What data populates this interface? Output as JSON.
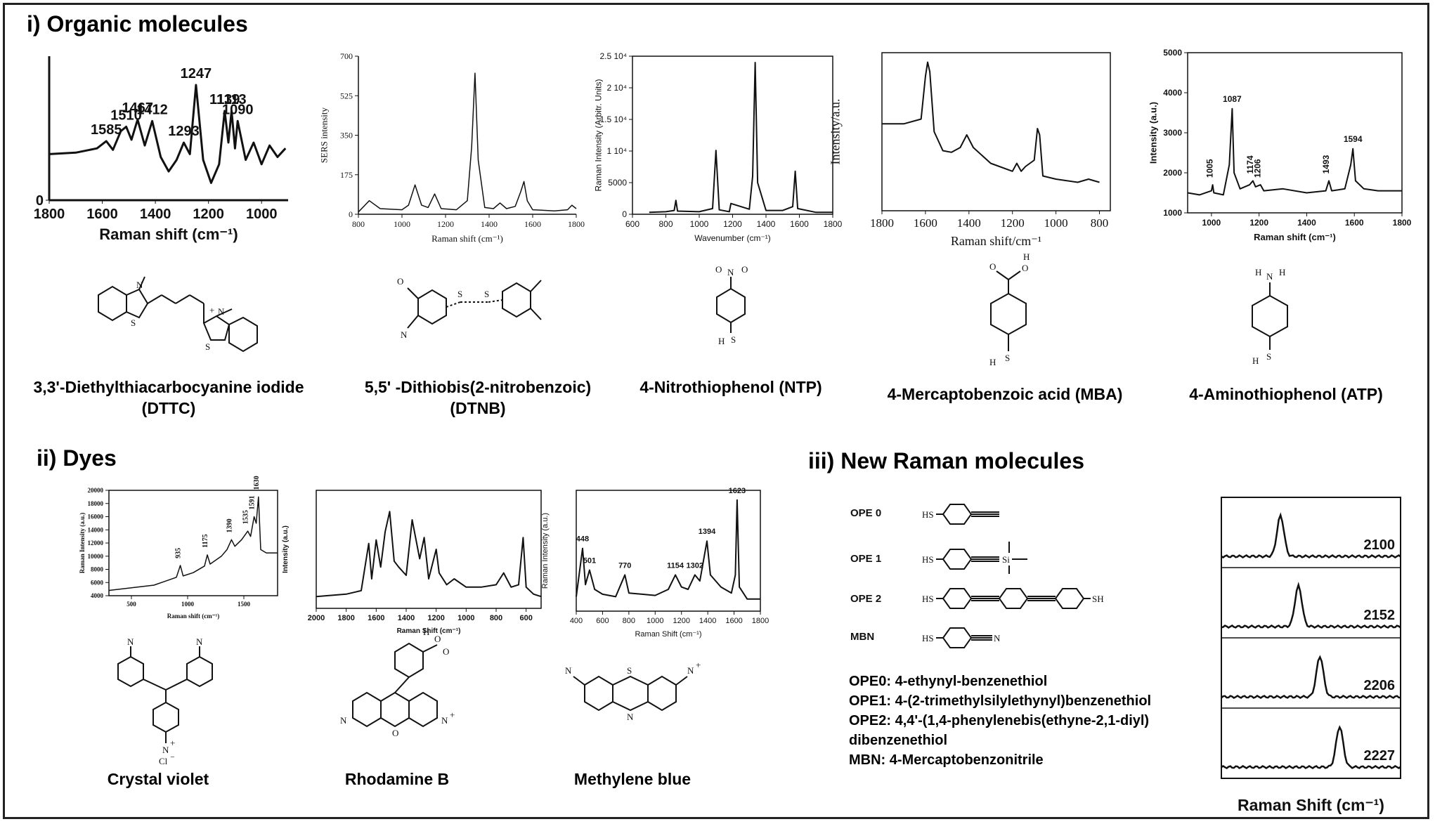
{
  "sections": {
    "organic": "i) Organic molecules",
    "dyes": "ii) Dyes",
    "new": "iii) New Raman molecules"
  },
  "chart_data": [
    {
      "id": "dttc",
      "type": "line",
      "x_tick_labels": [
        "1800",
        "1600",
        "1400",
        "1200",
        "1000"
      ],
      "y_tick_labels": [
        "0"
      ],
      "xlabel": "Raman shift (cm⁻¹)",
      "ylabel": "",
      "xlim": [
        1800,
        900
      ],
      "ylim": [
        0,
        100
      ],
      "grid": false,
      "reversed_x": true,
      "peak_labels": [
        "1585",
        "1510",
        "1467",
        "1412",
        "1293",
        "1247",
        "1139",
        "1113",
        "1090"
      ],
      "series": [
        {
          "x": [
            1800,
            1700,
            1620,
            1585,
            1560,
            1530,
            1510,
            1490,
            1467,
            1440,
            1412,
            1380,
            1350,
            1320,
            1293,
            1270,
            1247,
            1220,
            1190,
            1160,
            1139,
            1125,
            1113,
            1100,
            1090,
            1060,
            1030,
            1000,
            970,
            940,
            910
          ],
          "y": [
            32,
            33,
            36,
            41,
            35,
            48,
            51,
            42,
            56,
            38,
            55,
            30,
            20,
            28,
            40,
            32,
            80,
            28,
            12,
            25,
            62,
            40,
            62,
            36,
            55,
            28,
            40,
            25,
            38,
            30,
            36
          ]
        }
      ]
    },
    {
      "id": "dtnb",
      "type": "line",
      "x_tick_labels": [
        "800",
        "1000",
        "1200",
        "1400",
        "1600",
        "1800"
      ],
      "y_tick_labels": [
        "0",
        "175",
        "350",
        "525",
        "700"
      ],
      "xlabel": "Raman shift (cm⁻¹)",
      "ylabel": "SERS intensity",
      "xlim": [
        800,
        1800
      ],
      "ylim": [
        0,
        700
      ],
      "grid": false,
      "series": [
        {
          "x": [
            800,
            830,
            850,
            900,
            1000,
            1030,
            1060,
            1090,
            1120,
            1150,
            1180,
            1250,
            1300,
            1320,
            1335,
            1350,
            1380,
            1420,
            1450,
            1480,
            1520,
            1545,
            1560,
            1575,
            1600,
            1700,
            1760,
            1780,
            1800
          ],
          "y": [
            10,
            40,
            60,
            25,
            20,
            40,
            130,
            40,
            30,
            90,
            25,
            20,
            60,
            300,
            625,
            240,
            30,
            25,
            50,
            25,
            35,
            100,
            145,
            60,
            20,
            15,
            20,
            40,
            25
          ]
        }
      ]
    },
    {
      "id": "ntp",
      "type": "line",
      "x_tick_labels": [
        "600",
        "800",
        "1000",
        "1200",
        "1400",
        "1600",
        "1800"
      ],
      "y_tick_labels": [
        "0",
        "5000",
        "1 10⁴",
        "1.5 10⁴",
        "2 10⁴",
        "2.5 10⁴"
      ],
      "xlabel": "Wavenumber (cm⁻¹)",
      "ylabel": "Raman Intensity (Arbitr. Units)",
      "xlim": [
        600,
        1800
      ],
      "ylim": [
        0,
        25000
      ],
      "grid": false,
      "series": [
        {
          "x": [
            700,
            800,
            850,
            860,
            870,
            1000,
            1080,
            1100,
            1120,
            1180,
            1190,
            1300,
            1320,
            1335,
            1350,
            1400,
            1500,
            1560,
            1575,
            1590,
            1700,
            1800
          ],
          "y": [
            300,
            400,
            600,
            2200,
            500,
            400,
            900,
            10100,
            700,
            400,
            1700,
            800,
            6000,
            24000,
            5000,
            600,
            600,
            1200,
            6800,
            900,
            300,
            300
          ]
        }
      ]
    },
    {
      "id": "mba",
      "type": "line",
      "x_tick_labels": [
        "1800",
        "1600",
        "1400",
        "1200",
        "1000",
        "800"
      ],
      "y_tick_labels": [],
      "xlabel": "Raman shift/cm⁻¹",
      "ylabel": "Intensity/a.u.",
      "xlim": [
        1800,
        750
      ],
      "ylim": [
        0,
        100
      ],
      "grid": false,
      "reversed_x": true,
      "series": [
        {
          "x": [
            1800,
            1700,
            1620,
            1600,
            1590,
            1580,
            1560,
            1520,
            1480,
            1440,
            1410,
            1380,
            1300,
            1200,
            1180,
            1160,
            1140,
            1100,
            1085,
            1075,
            1060,
            1000,
            900,
            850,
            800
          ],
          "y": [
            55,
            55,
            58,
            85,
            94,
            88,
            50,
            38,
            37,
            40,
            48,
            40,
            30,
            25,
            30,
            25,
            28,
            32,
            52,
            48,
            22,
            20,
            18,
            20,
            18
          ]
        }
      ]
    },
    {
      "id": "atp",
      "type": "line",
      "x_tick_labels": [
        "1000",
        "1200",
        "1400",
        "1600",
        "1800"
      ],
      "y_tick_labels": [
        "1000",
        "2000",
        "3000",
        "4000",
        "5000"
      ],
      "xlabel": "Raman shift (cm⁻¹)",
      "ylabel": "Intensity (a.u.)",
      "xlim": [
        900,
        1800
      ],
      "ylim": [
        1000,
        5000
      ],
      "grid": false,
      "peak_labels": [
        "1005",
        "1087",
        "1174",
        "1206",
        "1493",
        "1594"
      ],
      "series": [
        {
          "x": [
            900,
            950,
            1000,
            1005,
            1010,
            1050,
            1075,
            1087,
            1095,
            1120,
            1160,
            1174,
            1185,
            1206,
            1220,
            1300,
            1400,
            1480,
            1493,
            1505,
            1560,
            1585,
            1594,
            1605,
            1640,
            1700,
            1800
          ],
          "y": [
            1500,
            1450,
            1550,
            1700,
            1500,
            1450,
            2200,
            3600,
            2000,
            1600,
            1700,
            1800,
            1650,
            1700,
            1550,
            1600,
            1500,
            1550,
            1800,
            1550,
            1600,
            2200,
            2600,
            1800,
            1600,
            1550,
            1550
          ]
        }
      ]
    },
    {
      "id": "crystal-violet",
      "type": "line",
      "x_tick_labels": [
        "500",
        "1000",
        "1500"
      ],
      "y_tick_labels": [
        "4000",
        "6000",
        "8000",
        "10000",
        "12000",
        "14000",
        "16000",
        "18000",
        "20000"
      ],
      "xlabel": "Raman shift (cm⁻¹)",
      "ylabel": "Raman Intensity (a.u.)",
      "xlim": [
        300,
        1800
      ],
      "ylim": [
        4000,
        20000
      ],
      "grid": false,
      "peak_labels": [
        "935",
        "1175",
        "1390",
        "1535",
        "1591",
        "1630"
      ],
      "series": [
        {
          "x": [
            300,
            400,
            500,
            600,
            700,
            800,
            900,
            935,
            960,
            1050,
            1150,
            1175,
            1200,
            1300,
            1350,
            1390,
            1420,
            1480,
            1535,
            1560,
            1591,
            1610,
            1630,
            1650,
            1700,
            1800
          ],
          "y": [
            4800,
            5000,
            5200,
            5400,
            5600,
            6200,
            6800,
            8600,
            7000,
            7500,
            8500,
            10200,
            8800,
            10000,
            11000,
            12500,
            11500,
            12500,
            13800,
            13000,
            16000,
            15000,
            19000,
            11000,
            10500,
            10500
          ]
        }
      ]
    },
    {
      "id": "rhodamine-b",
      "type": "line",
      "x_tick_labels": [
        "2000",
        "1800",
        "1600",
        "1400",
        "1200",
        "1000",
        "800",
        "600"
      ],
      "y_tick_labels": [],
      "xlabel": "Raman Shift (cm⁻¹)",
      "ylabel": "Intensity (a.u.)",
      "xlim": [
        2000,
        500
      ],
      "ylim": [
        0,
        100
      ],
      "grid": false,
      "reversed_x": true,
      "series": [
        {
          "x": [
            2000,
            1800,
            1700,
            1650,
            1630,
            1600,
            1570,
            1540,
            1510,
            1480,
            1450,
            1400,
            1360,
            1310,
            1280,
            1250,
            1200,
            1180,
            1130,
            1080,
            1000,
            900,
            800,
            750,
            700,
            650,
            620,
            600,
            550,
            500
          ],
          "y": [
            10,
            12,
            15,
            55,
            25,
            58,
            35,
            65,
            82,
            40,
            35,
            28,
            75,
            42,
            60,
            25,
            50,
            30,
            20,
            25,
            18,
            18,
            20,
            30,
            18,
            20,
            60,
            18,
            12,
            10
          ]
        }
      ]
    },
    {
      "id": "methylene-blue",
      "type": "line",
      "x_tick_labels": [
        "400",
        "600",
        "800",
        "1000",
        "1200",
        "1400",
        "1600",
        "1800"
      ],
      "y_tick_labels": [],
      "xlabel": "Raman Shift (cm⁻¹)",
      "ylabel": "Raman Intensity (a.u.)",
      "xlim": [
        400,
        1800
      ],
      "ylim": [
        0,
        100
      ],
      "grid": false,
      "peak_labels": [
        "448",
        "501",
        "770",
        "1154",
        "1302",
        "1394",
        "1623"
      ],
      "series": [
        {
          "x": [
            400,
            448,
            470,
            501,
            540,
            600,
            700,
            770,
            800,
            900,
            1000,
            1100,
            1154,
            1200,
            1250,
            1302,
            1340,
            1394,
            1420,
            1500,
            1580,
            1610,
            1623,
            1640,
            1700,
            1800
          ],
          "y": [
            12,
            52,
            22,
            34,
            18,
            14,
            12,
            30,
            15,
            14,
            13,
            18,
            30,
            20,
            18,
            30,
            25,
            58,
            30,
            20,
            15,
            30,
            92,
            20,
            10,
            10
          ]
        }
      ]
    },
    {
      "id": "new-raman",
      "type": "line",
      "xlabel": "Raman Shift (cm⁻¹)",
      "ylabel": "",
      "series": [
        {
          "name": "2100",
          "peak": 0.33
        },
        {
          "name": "2152",
          "peak": 0.43
        },
        {
          "name": "2206",
          "peak": 0.55
        },
        {
          "name": "2227",
          "peak": 0.66
        }
      ]
    }
  ],
  "molecules": {
    "dttc": {
      "line1": "3,3'-Diethylthiacarbocyanine iodide",
      "line2": "(DTTC)",
      "atoms": [
        "N",
        "S",
        "N",
        "S",
        "+"
      ]
    },
    "dtnb": {
      "line1": "5,5' -Dithiobis(2-nitrobenzoic)",
      "line2": "(DTNB)",
      "atoms": [
        "O",
        "N",
        "S",
        "S"
      ]
    },
    "ntp": {
      "line1": "4-Nitrothiophenol (NTP)",
      "atoms": [
        "N",
        "O",
        "O",
        "S",
        "H"
      ]
    },
    "mba": {
      "line1": "4-Mercaptobenzoic acid (MBA)",
      "atoms": [
        "O",
        "H",
        "O",
        "S",
        "H"
      ]
    },
    "atp": {
      "line1": "4-Aminothiophenol (ATP)",
      "atoms": [
        "N",
        "H",
        "H",
        "S",
        "H"
      ]
    },
    "crystal_violet": {
      "line1": "Crystal violet",
      "atoms": [
        "N",
        "N",
        "N",
        "+",
        "Cl",
        "⁻"
      ]
    },
    "rhodamine_b": {
      "line1": "Rhodamine B",
      "atoms": [
        "O",
        "H",
        "O",
        "N",
        "N",
        "O",
        "+"
      ]
    },
    "methylene_blue": {
      "line1": "Methylene blue",
      "atoms": [
        "N",
        "S",
        "N",
        "N",
        "+"
      ]
    }
  },
  "opes": {
    "rows": [
      {
        "label": "OPE 0",
        "hs": "HS"
      },
      {
        "label": "OPE 1",
        "hs": "HS",
        "si": "Si"
      },
      {
        "label": "OPE 2",
        "hs": "HS",
        "sh": "SH"
      },
      {
        "label": "MBN",
        "hs": "HS",
        "n": "N"
      }
    ],
    "descriptions": [
      "OPE0: 4-ethynyl-benzenethiol",
      "OPE1: 4-(2-trimethylsilylethynyl)benzenethiol",
      "OPE2: 4,4'-(1,4-phenylenebis(ethyne-2,1-diyl)",
      "dibenzenethiol",
      "MBN: 4-Mercaptobenzonitrile"
    ]
  }
}
